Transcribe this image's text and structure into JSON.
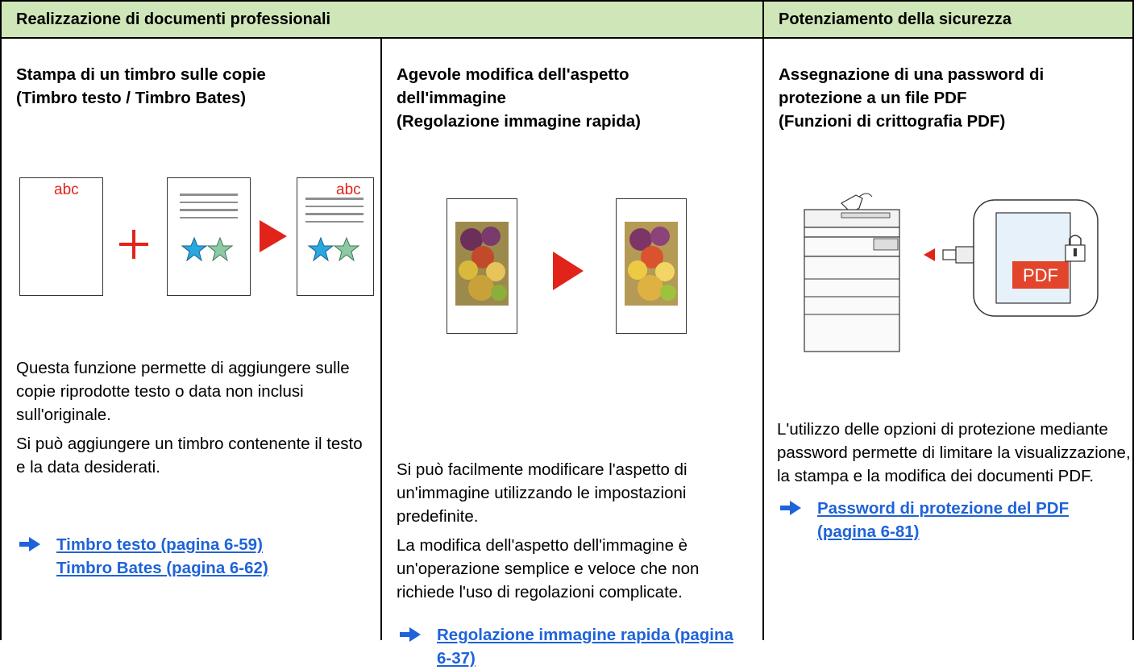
{
  "header": {
    "left_title": "Realizzazione di documenti professionali",
    "right_title": "Potenziamento della sicurezza"
  },
  "columns": [
    {
      "title_lines": [
        "Stampa di un timbro sulle copie",
        "(Timbro testo / Timbro Bates)"
      ],
      "illustration": {
        "stamp_text_1": "abc",
        "stamp_text_2": "abc",
        "plus_symbol": "+",
        "colors": {
          "stamp": "#e2231a",
          "star_blue": "#29a8e0",
          "star_green": "#8cc9a4",
          "arrow": "#e2231a"
        }
      },
      "paragraphs": [
        "Questa funzione permette di aggiungere sulle copie riprodotte testo o data non inclusi sull'originale.",
        "Si può aggiungere un timbro contenente il testo e la data desiderati."
      ],
      "links": [
        "Timbro testo (pagina 6-59)",
        "Timbro Bates (pagina 6-62)"
      ]
    },
    {
      "title_lines": [
        "Agevole modifica dell'aspetto",
        "dell'immagine",
        "(Regolazione immagine rapida)"
      ],
      "paragraphs": [
        "Si può facilmente modificare l'aspetto di un'immagine utilizzando le impostazioni predefinite.",
        "La modifica dell'aspetto dell'immagine è un'operazione semplice e veloce che non richiede l'uso di regolazioni complicate."
      ],
      "links": [
        "Regolazione immagine rapida (pagina 6-37)"
      ]
    },
    {
      "title_lines": [
        "Assegnazione di una password di",
        "protezione a un file PDF",
        "(Funzioni di crittografia PDF)"
      ],
      "illustration": {
        "pdf_label": "PDF"
      },
      "paragraphs": [
        "L'utilizzo delle opzioni di protezione mediante password permette di limitare la visualizzazione, la stampa e la modifica dei documenti PDF."
      ],
      "links": [
        "Password di protezione del PDF (pagina 6-81)"
      ]
    }
  ],
  "colors": {
    "header_bg": "#cfe6b8",
    "link": "#1f63d8",
    "arrow_icon": "#1f63d8"
  }
}
